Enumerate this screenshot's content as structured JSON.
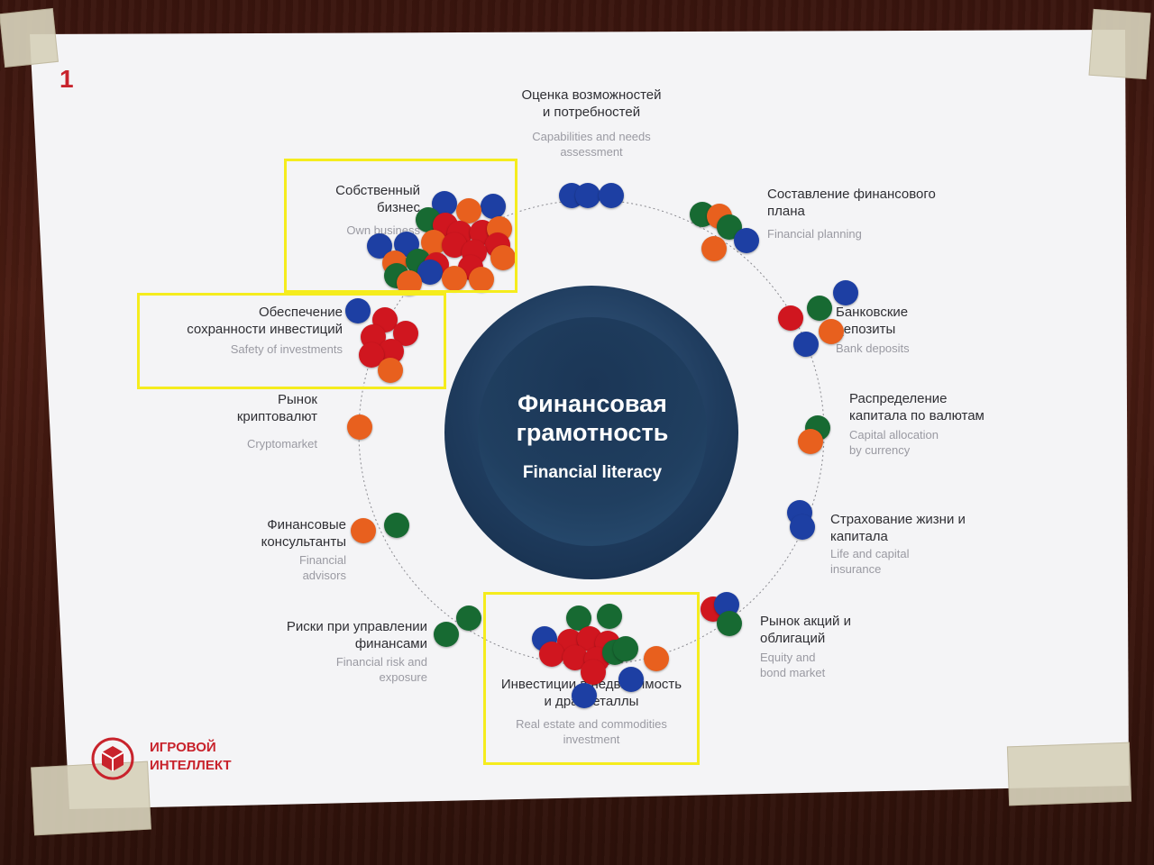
{
  "page_number": "1",
  "center": {
    "title_line1": "Финансовая",
    "title_line2": "грамотность",
    "subtitle": "Financial literacy"
  },
  "logo": {
    "line1": "ИГРОВОЙ",
    "line2": "ИНТЕЛЛЕКТ",
    "icon": "red-cube-logo-icon"
  },
  "topics": [
    {
      "id": "needs",
      "ru": [
        "Оценка возможностей",
        "и потребностей"
      ],
      "en": [
        "Capabilities and needs",
        "assessment"
      ]
    },
    {
      "id": "plan",
      "ru": [
        "Составление финансового",
        "плана"
      ],
      "en": [
        "Financial planning"
      ]
    },
    {
      "id": "deposits",
      "ru": [
        "Банковские",
        "депозиты"
      ],
      "en": [
        "Bank deposits"
      ]
    },
    {
      "id": "currency",
      "ru": [
        "Распределение",
        "капитала по валютам"
      ],
      "en": [
        "Capital allocation",
        "by currency"
      ]
    },
    {
      "id": "insurance",
      "ru": [
        "Страхование жизни и",
        "капитала"
      ],
      "en": [
        "Life and capital",
        "insurance"
      ]
    },
    {
      "id": "equity",
      "ru": [
        "Рынок акций и",
        "облигаций"
      ],
      "en": [
        "Equity and",
        "bond market"
      ]
    },
    {
      "id": "realestate",
      "ru": [
        "Инвестиции в недвижимость",
        "и драгметаллы"
      ],
      "en": [
        "Real estate and commodities",
        "investment"
      ]
    },
    {
      "id": "risks",
      "ru": [
        "Риски при управлении",
        "финансами"
      ],
      "en": [
        "Financial risk and",
        "exposure"
      ]
    },
    {
      "id": "advisors",
      "ru": [
        "Финансовые",
        "консультанты"
      ],
      "en": [
        "Financial",
        "advisors"
      ]
    },
    {
      "id": "crypto",
      "ru": [
        "Рынок",
        "криптовалют"
      ],
      "en": [
        "Cryptomarket"
      ]
    },
    {
      "id": "safety",
      "ru": [
        "Обеспечение",
        "сохранности инвестиций"
      ],
      "en": [
        "Safety of investments"
      ]
    },
    {
      "id": "business",
      "ru": [
        "Собственный",
        "бизнес"
      ],
      "en": [
        "Own business"
      ]
    }
  ],
  "colors": {
    "blue": "#1d3fa3",
    "green": "#176a32",
    "red": "#d0161f",
    "orange": "#e8601e",
    "highlight": "#f5ec1d",
    "brand": "#c8232c"
  }
}
